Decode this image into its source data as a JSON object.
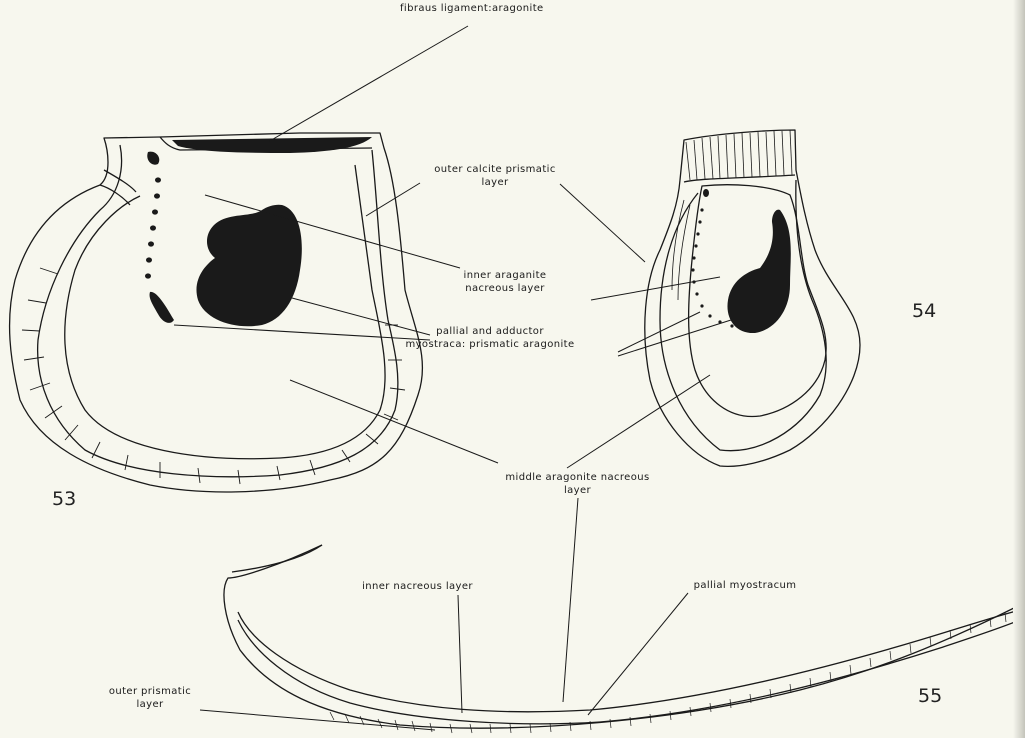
{
  "labels": {
    "fibrous_ligament": "fibraus ligament:aragonite",
    "outer_calcite_l1": "outer calcite prismatic",
    "outer_calcite_l2": "layer",
    "inner_aragonite_l1": "inner araganite",
    "inner_aragonite_l2": "nacreous layer",
    "pallial_adductor_l1": "pallial and adductor",
    "pallial_adductor_l2": "myostraca: prismatic aragonite",
    "middle_aragonite_l1": "middle aragonite nacreous",
    "middle_aragonite_l2": "layer",
    "inner_nacreous": "inner nacreous layer",
    "pallial_myostracum": "pallial myostracum",
    "outer_prismatic_l1": "outer prismatic",
    "outer_prismatic_l2": "layer"
  },
  "figure_numbers": {
    "fig53": "53",
    "fig54": "54",
    "fig55": "55"
  },
  "colors": {
    "ink": "#1a1a1a",
    "paper": "#f7f7ee"
  }
}
